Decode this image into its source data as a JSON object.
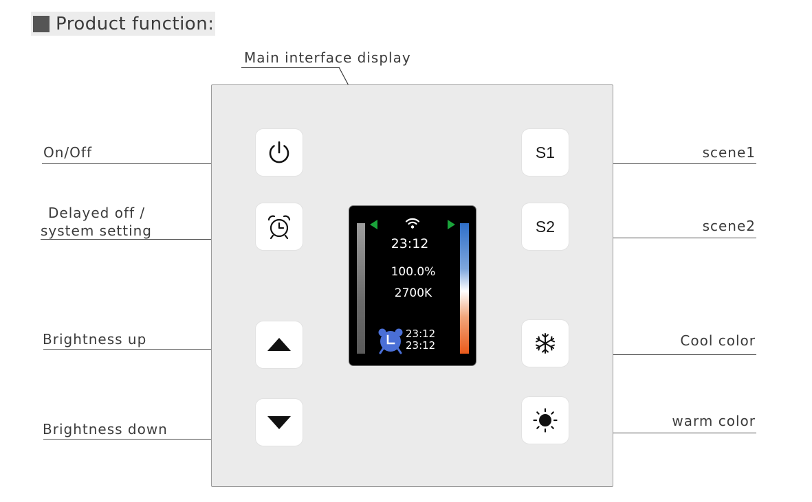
{
  "header": {
    "title": "Product function:",
    "marker_color": "#555555"
  },
  "callouts": {
    "main_display": "Main interface display",
    "on_off": "On/Off",
    "delayed_off_line1": "Delayed off /",
    "delayed_off_line2": "system setting",
    "brightness_up": "Brightness  up",
    "brightness_down": "Brightness  down",
    "scene1": "scene1",
    "scene2": "scene2",
    "cool_color": "Cool color",
    "warm_color": "warm color"
  },
  "keys": {
    "power_icon": "power-icon",
    "alarm_icon": "alarm-clock-icon",
    "up_icon": "triangle-up-icon",
    "down_icon": "triangle-down-icon",
    "s1_label": "S1",
    "s2_label": "S2",
    "cool_icon": "snowflake-icon",
    "warm_icon": "sun-icon"
  },
  "display": {
    "clock": "23:12",
    "brightness": "100.0%",
    "color_temp": "2700K",
    "timer_on": "23:12",
    "timer_off": "23:12",
    "arrow_color": "#1aa33a",
    "alarm_color": "#4a6fd6",
    "cool_end_color": "#2f6fc9",
    "warm_end_color": "#ea5a1b"
  }
}
